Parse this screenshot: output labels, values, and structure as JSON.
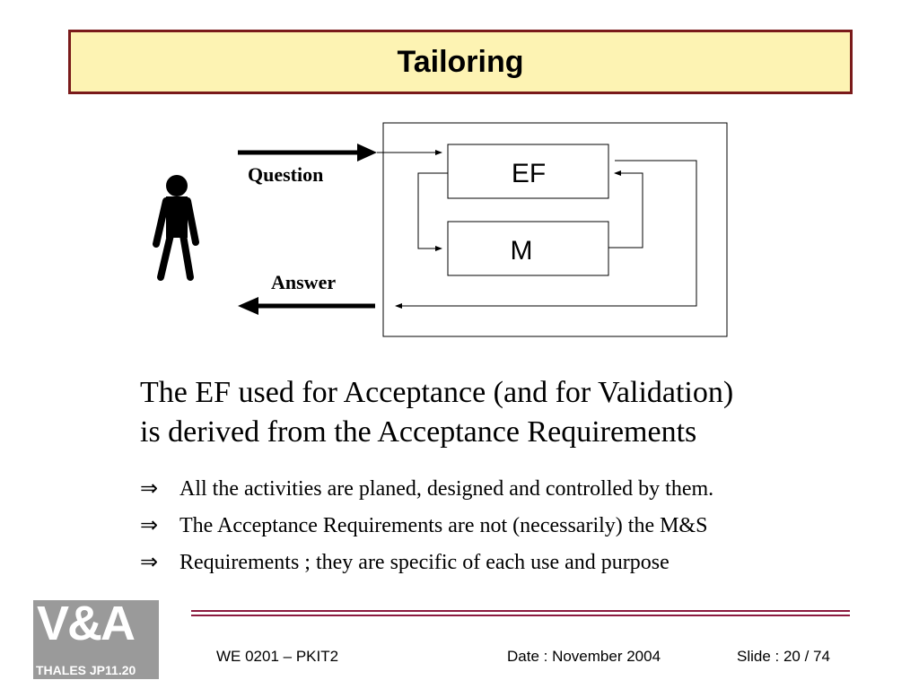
{
  "slide": {
    "title": "Tailoring"
  },
  "diagram": {
    "question_label": "Question",
    "answer_label": "Answer",
    "ef_label": "EF",
    "m_label": "M",
    "person_icon": "stick-figure-icon"
  },
  "content": {
    "paragraph_line1": "The EF used for Acceptance (and for Validation)",
    "paragraph_line2": "is derived from the Acceptance Requirements",
    "bullet_symbol": "⇒",
    "bullets": [
      "All the activities are planed, designed and controlled by them.",
      "The Acceptance Requirements are not (necessarily) the M&S",
      "Requirements ; they are specific of each use and purpose"
    ]
  },
  "footer": {
    "course": "WE 0201 – PKIT2",
    "date": "Date : November 2004",
    "slide": "Slide : 20 / 74",
    "logo_main_line1": "V&A",
    "logo_main_line2": "",
    "logo_sub": "THALES JP11.20"
  },
  "colors": {
    "title_bg": "#fdf3b3",
    "title_border": "#7a1a1a",
    "footer_rule": "#8c1b3f"
  }
}
